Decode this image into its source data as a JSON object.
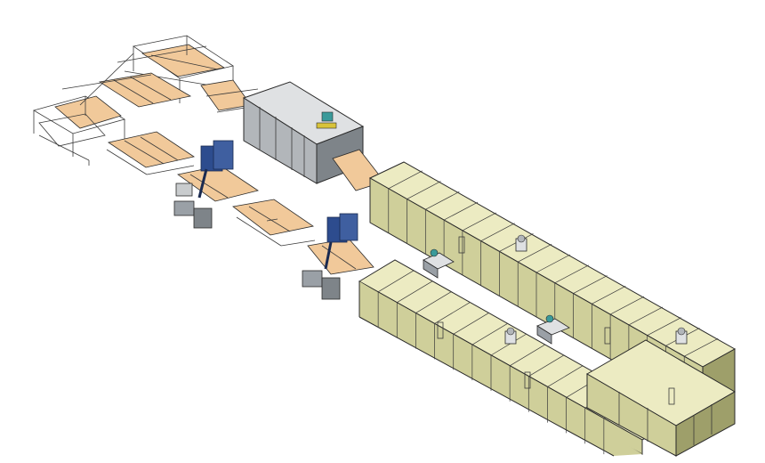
{
  "scene": {
    "description_visible_text": "",
    "colors": {
      "oven_top": "#ecebc2",
      "oven_side_light": "#cfcf9a",
      "oven_side_dark": "#9e9f6a",
      "panel_wood": "#f1c99a",
      "panel_wood_dark": "#d8a873",
      "frame_grey": "#b9bcbf",
      "frame_dark": "#6d7378",
      "chamber_light": "#dfe1e3",
      "chamber_mid": "#b2b6ba",
      "chamber_dark": "#7e8489",
      "robot_blue": "#2d4c8e",
      "robot_teal": "#3a9a9a",
      "edge": "#2a2a2a"
    },
    "icons": [
      "gantry-frame",
      "conveyor",
      "robot-arm",
      "chamber-unit",
      "curing-oven-module",
      "fan-unit"
    ]
  }
}
